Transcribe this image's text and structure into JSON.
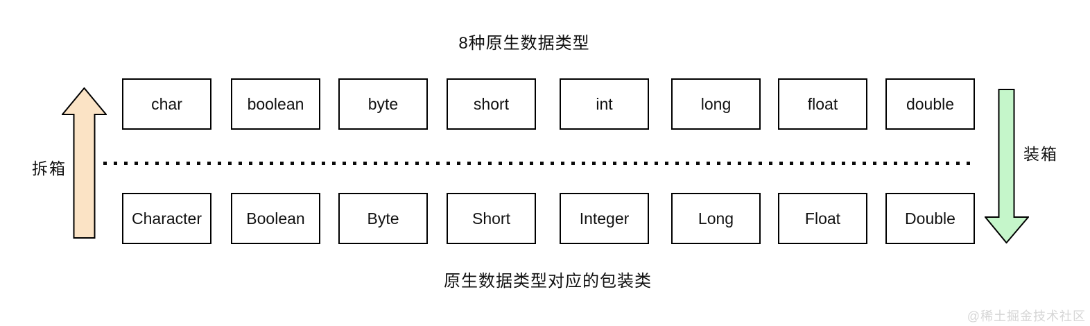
{
  "title": "8种原生数据类型",
  "caption": "原生数据类型对应的包装类",
  "rows": {
    "primitives": [
      "char",
      "boolean",
      "byte",
      "short",
      "int",
      "long",
      "float",
      "double"
    ],
    "wrappers": [
      "Character",
      "Boolean",
      "Byte",
      "Short",
      "Integer",
      "Long",
      "Float",
      "Double"
    ]
  },
  "left_arrow": {
    "label": "拆箱",
    "direction": "up",
    "color": "#FBE3C5"
  },
  "right_arrow": {
    "label": "装箱",
    "direction": "down",
    "color": "#C5F6CA"
  },
  "watermark": "@稀土掘金技术社区",
  "colors": {
    "box_border": "#000000",
    "box_fill": "#ffffff",
    "text": "#111111",
    "dotted_line": "#0a0a0a",
    "watermark_text": "#d6d6d6"
  }
}
